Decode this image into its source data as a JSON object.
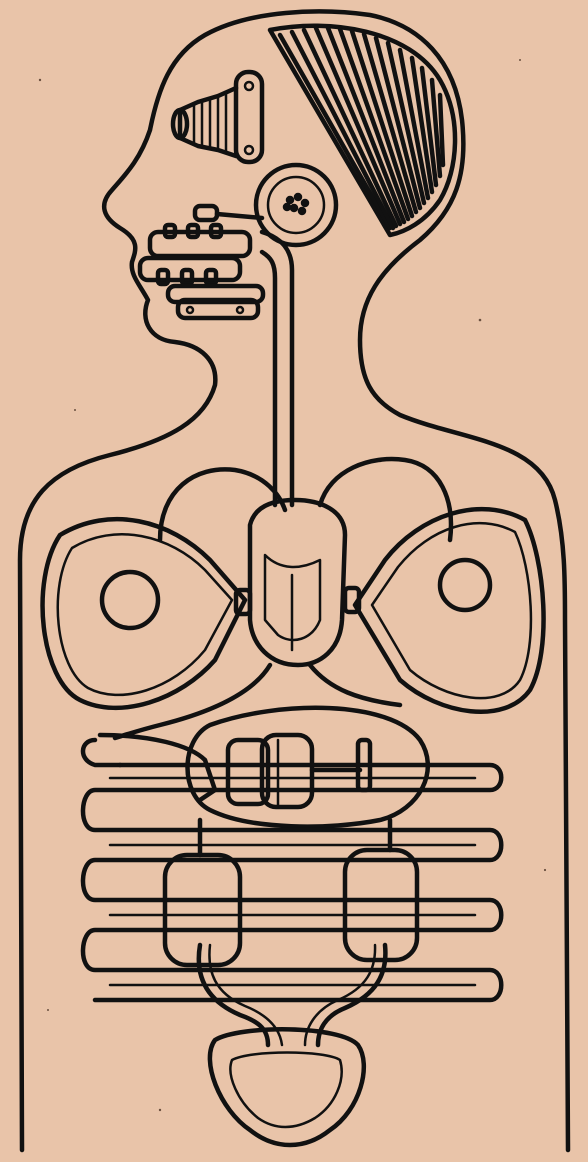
{
  "figure": {
    "palette": {
      "paper": "#e9c4a9",
      "ink": "#111111"
    },
    "icons": [
      "human-body-outline",
      "brain-lines",
      "eye-lens-icon",
      "ear-disc-icon",
      "teeth-machinery",
      "esophagus-tube",
      "lungs",
      "heart-valve",
      "stomach-pump",
      "intestine-coils",
      "kidneys",
      "bladder"
    ]
  }
}
